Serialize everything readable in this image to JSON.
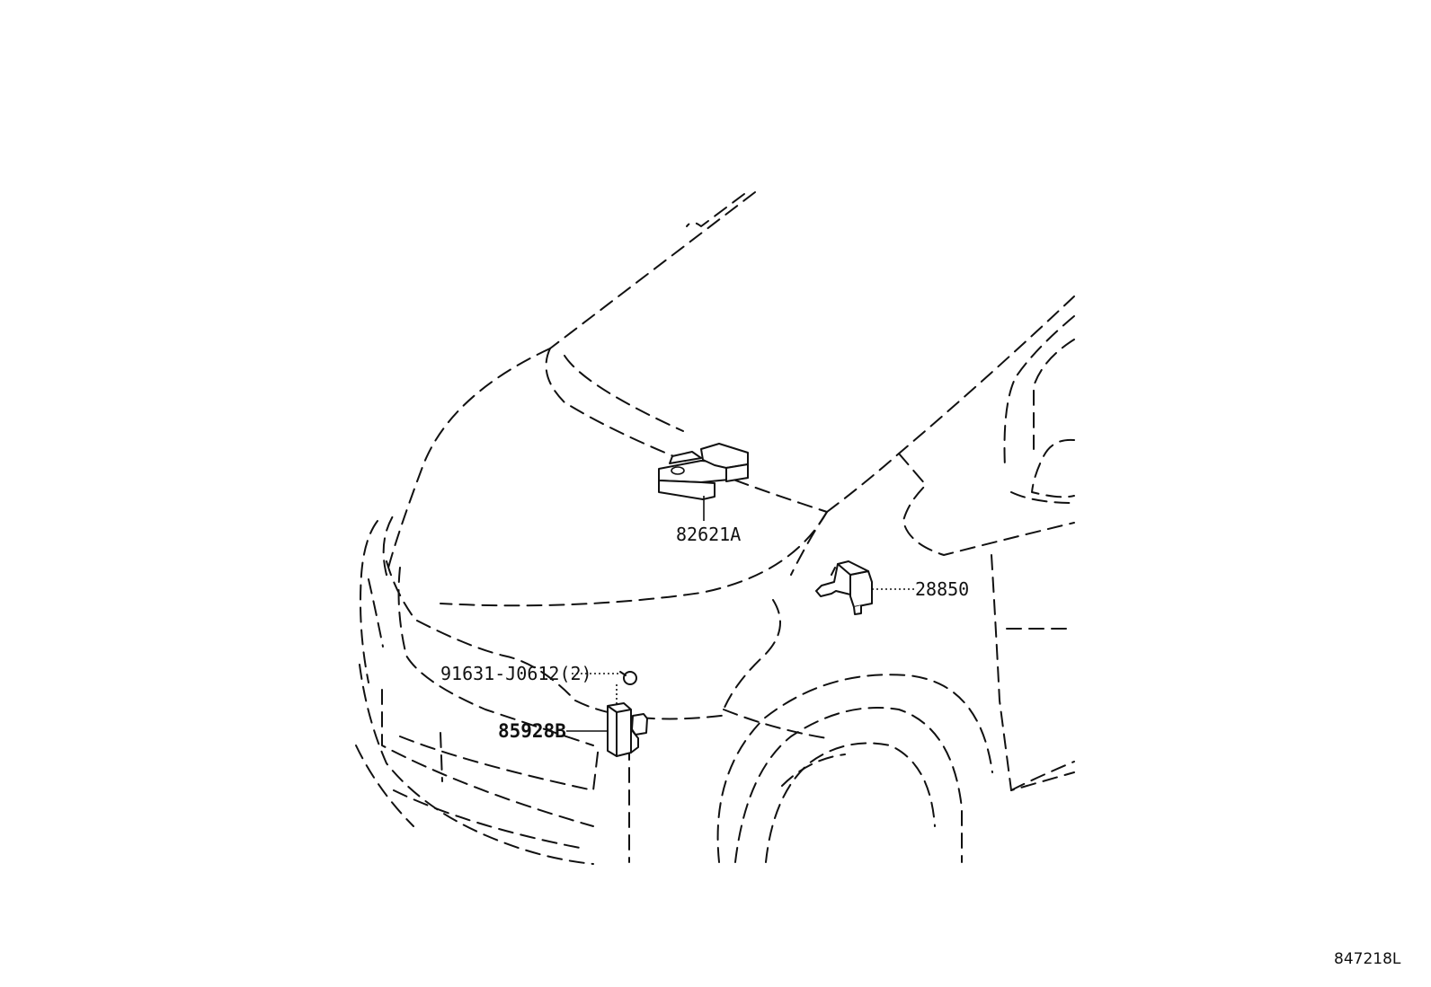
{
  "diagram": {
    "callouts": {
      "sensor_top": "82621A",
      "sensor_side": "28850",
      "bolt": "91631-J0612(2)",
      "sensor_front": "85928B"
    },
    "diagram_id": "847218L",
    "line_color": "#111111",
    "background_color": "#ffffff"
  }
}
